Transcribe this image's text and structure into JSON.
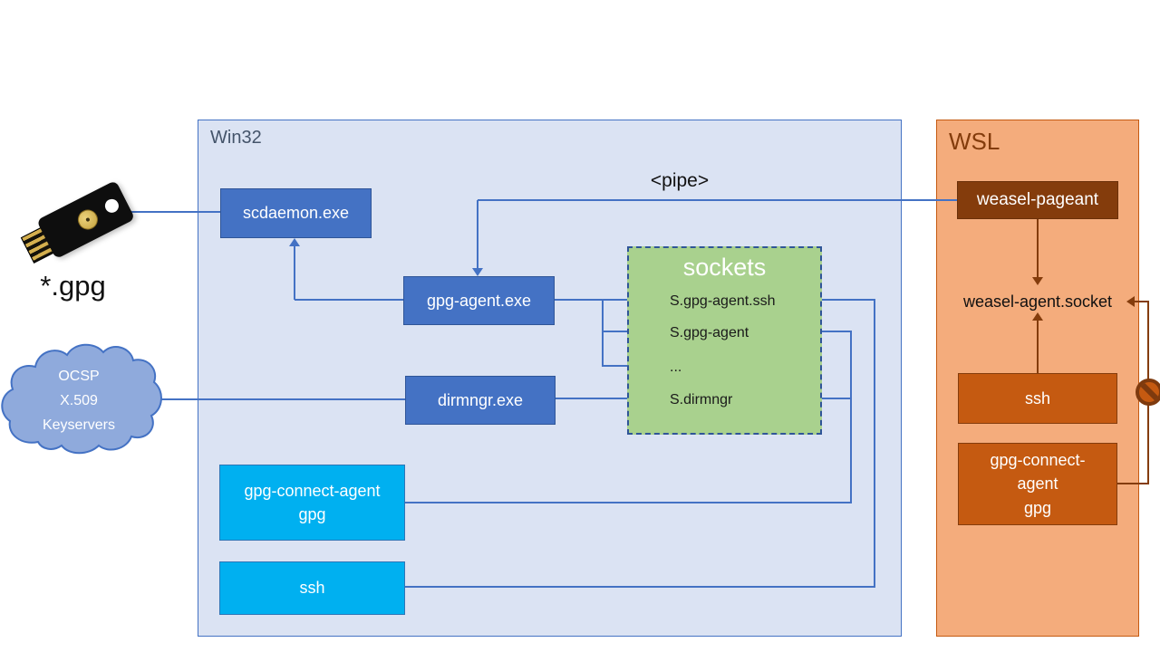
{
  "win32": {
    "title": "Win32",
    "scdaemon": "scdaemon.exe",
    "gpg_agent": "gpg-agent.exe",
    "dirmngr": "dirmngr.exe",
    "gpg_connect": {
      "line1": "gpg-connect-agent",
      "line2": "gpg"
    },
    "ssh": "ssh"
  },
  "sockets": {
    "title": "sockets",
    "items": [
      "S.gpg-agent.ssh",
      "S.gpg-agent",
      "...",
      "S.dirmngr"
    ]
  },
  "wsl": {
    "title": "WSL",
    "weasel_pageant": "weasel-pageant",
    "weasel_socket": "weasel-agent.socket",
    "ssh": "ssh",
    "gpg_connect": {
      "line1": "gpg-connect-",
      "line2": "agent",
      "line3": "gpg"
    }
  },
  "left_side": {
    "gpg_files": "*.gpg",
    "cloud": {
      "line1": "OCSP",
      "line2": "X.509",
      "line3": "Keyservers"
    }
  },
  "labels": {
    "pipe": "<pipe>"
  },
  "colors": {
    "accent_blue": "#4472C4",
    "blue_box_border": "#2F5597",
    "accent_cyan": "#00B0F0",
    "win32_fill": "#DBE3F3",
    "sockets_green": "#A9D18E",
    "wsl_fill": "#F4AC7C",
    "wsl_orange": "#C55A11",
    "wsl_brown": "#843C0C",
    "cloud_fill": "#8FAADC"
  }
}
